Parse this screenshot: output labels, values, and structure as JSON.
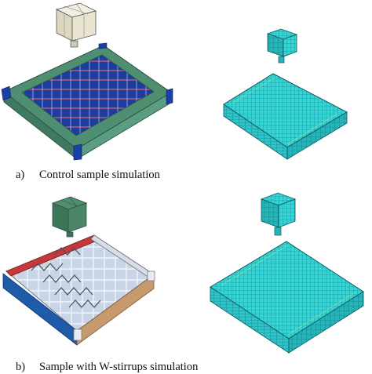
{
  "captions": {
    "a_letter": "a)",
    "a_text": "Control sample simulation",
    "b_letter": "b)",
    "b_text": "Sample with W-stirrups simulation"
  },
  "colors": {
    "frame_green": "#4b8c6e",
    "slab_blue": "#1b3a9a",
    "rebar_red": "#d64b52",
    "mesh_cyan": "#2fd3d3",
    "loader_beige": "#e3dfc8",
    "side_red": "#c6383a",
    "side_blue": "#1f5ba8",
    "side_tan": "#c79a6e",
    "top_lightgray": "#bfc6cf"
  },
  "icons": [
    "loading-block-icon",
    "slab-model-icon",
    "mesh-model-icon"
  ]
}
